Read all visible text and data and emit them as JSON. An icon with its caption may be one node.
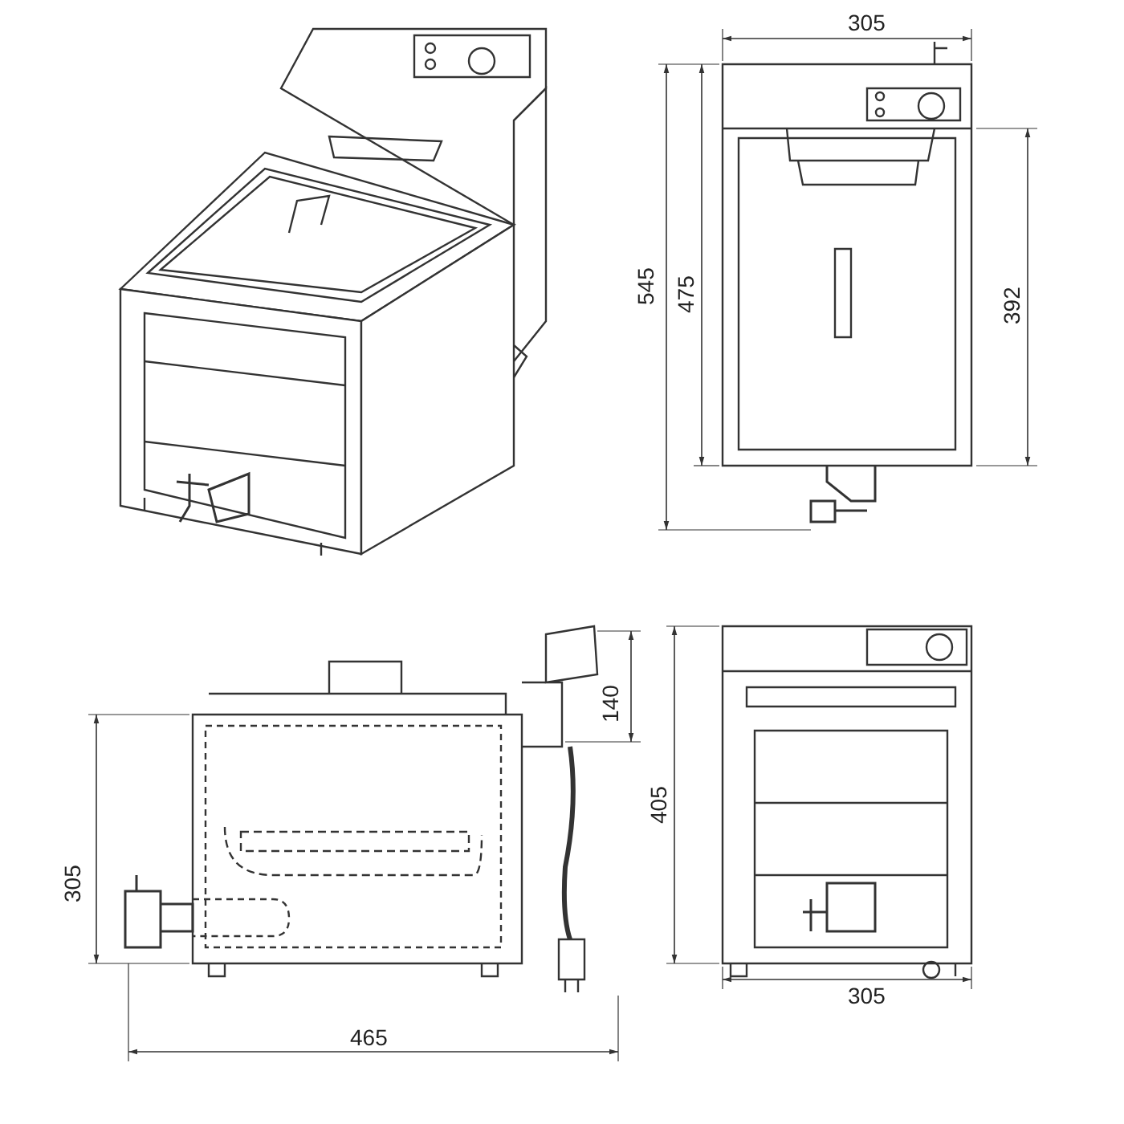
{
  "diagram": {
    "labels": [
      "305",
      "545",
      "475",
      "392",
      "140",
      "405",
      "305",
      "305",
      "465"
    ]
  }
}
